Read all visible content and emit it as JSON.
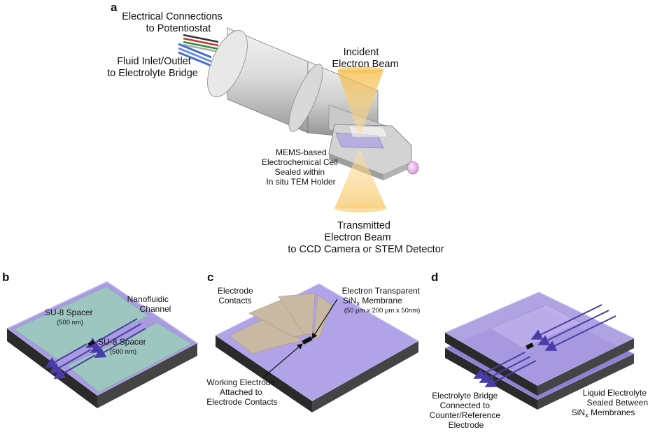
{
  "panels": {
    "a": {
      "letter": "a",
      "electrical": [
        "Electrical Connections",
        "to Potentiostat"
      ],
      "fluid": [
        "Fluid Inlet/Outlet",
        "to Electrolyte Bridge"
      ],
      "incident": [
        "Incident",
        "Electron Beam"
      ],
      "mems": [
        "MEMS-based",
        "Electrochemical Cell",
        "Sealed within",
        "In situ TEM Holder"
      ],
      "transmitted": [
        "Transmitted",
        "Electron Beam",
        "to CCD Camera or STEM Detector"
      ]
    },
    "b": {
      "letter": "b",
      "spacer_top": [
        "SU-8 Spacer",
        "(500 nm)"
      ],
      "spacer_bottom": [
        "SU-8 Spacer",
        "(500 nm)"
      ],
      "channel": [
        "Nanofluidic",
        "Channel"
      ]
    },
    "c": {
      "letter": "c",
      "contacts": [
        "Electrode",
        "Contacts"
      ],
      "membrane": [
        "Electron Transparent",
        "SiN",
        "x",
        " Membrane",
        "(50 µm x 200 µm x 50nm)"
      ],
      "working": [
        "Working Electrode",
        "Attached to",
        "Electrode Contacts"
      ]
    },
    "d": {
      "letter": "d",
      "bridge": [
        "Electrolyte Bridge",
        "Connected to",
        "Counter/Reference",
        "Electrode"
      ],
      "liquid": [
        "Liquid Electrolyte",
        "Sealed Between",
        "SiN",
        "x",
        " Membranes"
      ]
    }
  },
  "colors": {
    "chip_purple": "#a99be0",
    "chip_edge": "#c9bff2",
    "spacer_green": "#9ec6c0",
    "contact_tan": "#c9b8a2",
    "arrow_blue": "#4a3ca8",
    "beam_orange": "#f6c35a",
    "holder_gray": "#d6d6d6",
    "base_black": "#2a2a2a"
  }
}
